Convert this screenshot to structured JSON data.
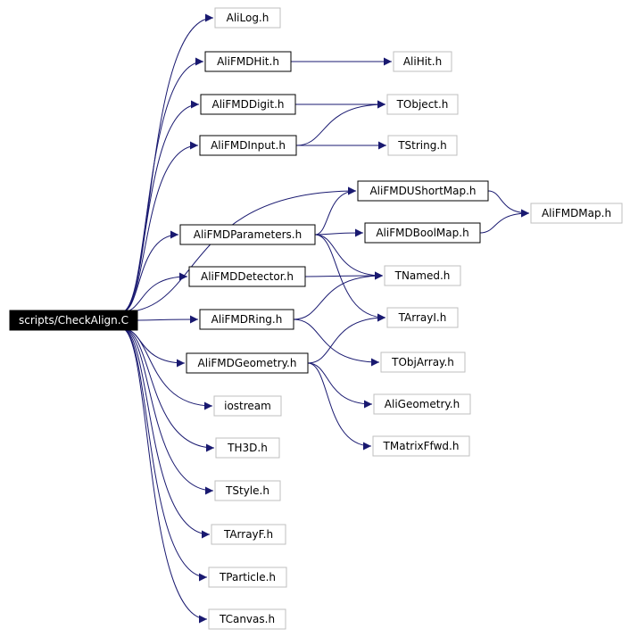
{
  "colors": {
    "edge": "#191970",
    "box_solid": "#000000",
    "box_gray": "#bfbfbf",
    "root_fill": "#000000",
    "root_text": "#ffffff",
    "text": "#000000"
  },
  "graph": {
    "root": "scripts/CheckAlign.C",
    "nodes": {
      "root": "scripts/CheckAlign.C",
      "alilog": "AliLog.h",
      "fmdhit": "AliFMDHit.h",
      "alihit": "AliHit.h",
      "fmddigit": "AliFMDDigit.h",
      "tobject": "TObject.h",
      "fmdinput": "AliFMDInput.h",
      "tstring": "TString.h",
      "fmdushortmap": "AliFMDUShortMap.h",
      "fmdmap": "AliFMDMap.h",
      "fmdparameters": "AliFMDParameters.h",
      "fmdboolmap": "AliFMDBoolMap.h",
      "fmddetector": "AliFMDDetector.h",
      "tnamed": "TNamed.h",
      "fmdring": "AliFMDRing.h",
      "tarrayi": "TArrayI.h",
      "fmdgeometry": "AliFMDGeometry.h",
      "tobjarray": "TObjArray.h",
      "aligeometry": "AliGeometry.h",
      "tmatrixffwd": "TMatrixFfwd.h",
      "iostream": "iostream",
      "th3d": "TH3D.h",
      "tstyle": "TStyle.h",
      "tarrayf": "TArrayF.h",
      "tparticle": "TParticle.h",
      "tcanvas": "TCanvas.h"
    }
  }
}
